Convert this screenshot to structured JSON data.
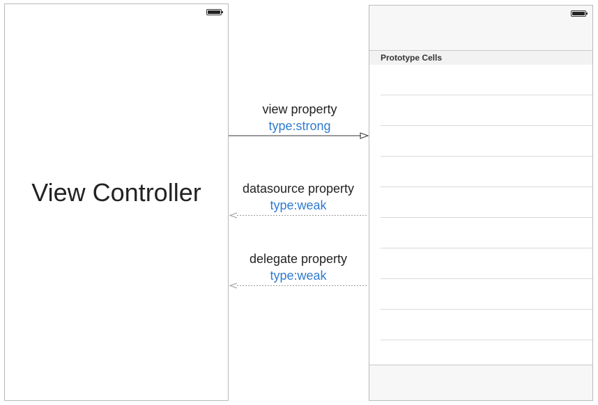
{
  "left_screen": {
    "title": "View Controller"
  },
  "right_screen": {
    "section_header": "Prototype Cells"
  },
  "connections": [
    {
      "name": "view property",
      "type": "type:strong",
      "style": "solid",
      "direction": "to-right"
    },
    {
      "name": "datasource property",
      "type": "type:weak",
      "style": "dashed",
      "direction": "to-left"
    },
    {
      "name": "delegate property",
      "type": "type:weak",
      "style": "dashed",
      "direction": "to-left"
    }
  ],
  "colors": {
    "type_text": "#2f7bd0",
    "strong_line": "#333333",
    "weak_line": "#999999"
  }
}
